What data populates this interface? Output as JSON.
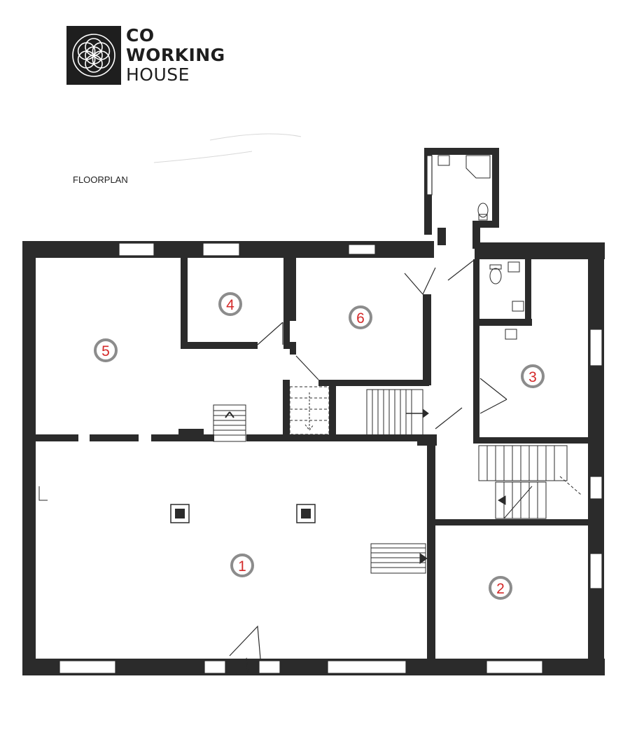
{
  "logo": {
    "line1": "CO",
    "line2": "WORKING",
    "line3": "HOUSE"
  },
  "plan_heading": "FLOORPLAN",
  "rooms": [
    {
      "label": "1"
    },
    {
      "label": "2"
    },
    {
      "label": "3"
    },
    {
      "label": "4"
    },
    {
      "label": "5"
    },
    {
      "label": "6"
    }
  ],
  "colors": {
    "wall": "#2b2b2b",
    "marker_ring": "#8c8c8c",
    "room_number": "#d42a2a"
  }
}
